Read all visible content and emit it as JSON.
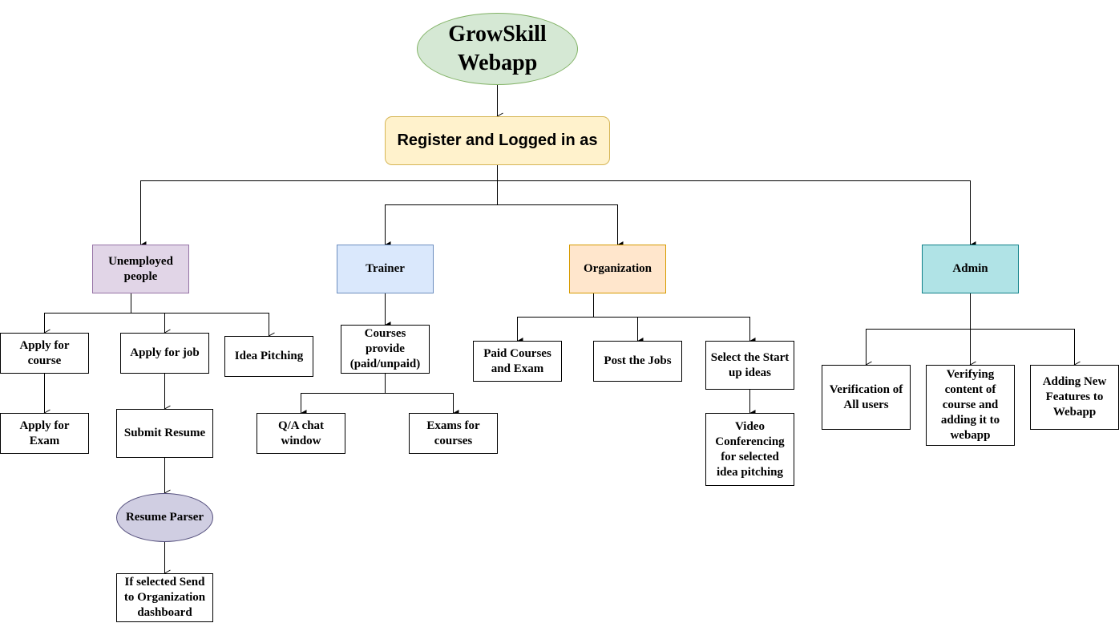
{
  "diagram": {
    "title": "GrowSkill\nWebapp",
    "register": "Register and Logged in as",
    "roles": {
      "unemployed": "Unemployed\npeople",
      "trainer": "Trainer",
      "organization": "Organization",
      "admin": "Admin"
    },
    "unemployed_branch": {
      "apply_course": "Apply for\ncourse",
      "apply_exam": "Apply for\nExam",
      "apply_job": "Apply for job",
      "submit_resume": "Submit Resume",
      "resume_parser": "Resume Parser",
      "send_dashboard": "If selected Send\nto Organization\ndashboard",
      "idea_pitching": "Idea Pitching"
    },
    "trainer_branch": {
      "courses_provide": "Courses\nprovide\n(paid/unpaid)",
      "qa_chat": "Q/A chat\nwindow",
      "exams_courses": "Exams for\ncourses"
    },
    "organization_branch": {
      "paid_courses": "Paid Courses\nand Exam",
      "post_jobs": "Post the Jobs",
      "select_ideas": "Select the Start\nup ideas",
      "video_conf": "Video\nConferencing\nfor selected\nidea pitching"
    },
    "admin_branch": {
      "verification": "Verification of\nAll users",
      "verifying_content": "Verifying\ncontent of\ncourse and\nadding it to\nwebapp",
      "adding_features": "Adding New\nFeatures to\nWebapp"
    }
  }
}
